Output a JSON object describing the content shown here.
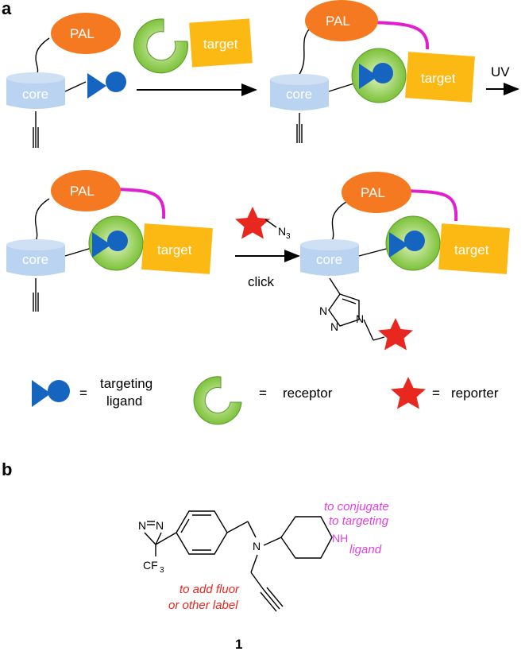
{
  "panels": {
    "a": "a",
    "b": "b"
  },
  "labels": {
    "pal": "PAL",
    "target": "target",
    "core": "core",
    "uv": "UV",
    "click": "click",
    "azide_n": "N",
    "azide_sub": "3"
  },
  "legend": {
    "ligand_line1": "targeting",
    "ligand_line2": "ligand",
    "receptor": "receptor",
    "reporter": "reporter",
    "equals": "="
  },
  "molecule": {
    "n_diazirine": "N",
    "n_amine": "N",
    "nh": "NH",
    "cf3": "CF",
    "cf3_sub": "3",
    "triazole_n": "N",
    "conjugate_line1": "to conjugate",
    "conjugate_line2": "to targeting",
    "conjugate_line3": "ligand",
    "fluor_line1": "to add fluor",
    "fluor_line2": "or other label",
    "number": "1"
  },
  "colors": {
    "pal": "#f47920",
    "target": "#fdb913",
    "core": "#b9d3f0",
    "ligand": "#1565c0",
    "receptor": "#8dc63f",
    "linker": "#e020d0",
    "reporter": "#e8281e"
  }
}
